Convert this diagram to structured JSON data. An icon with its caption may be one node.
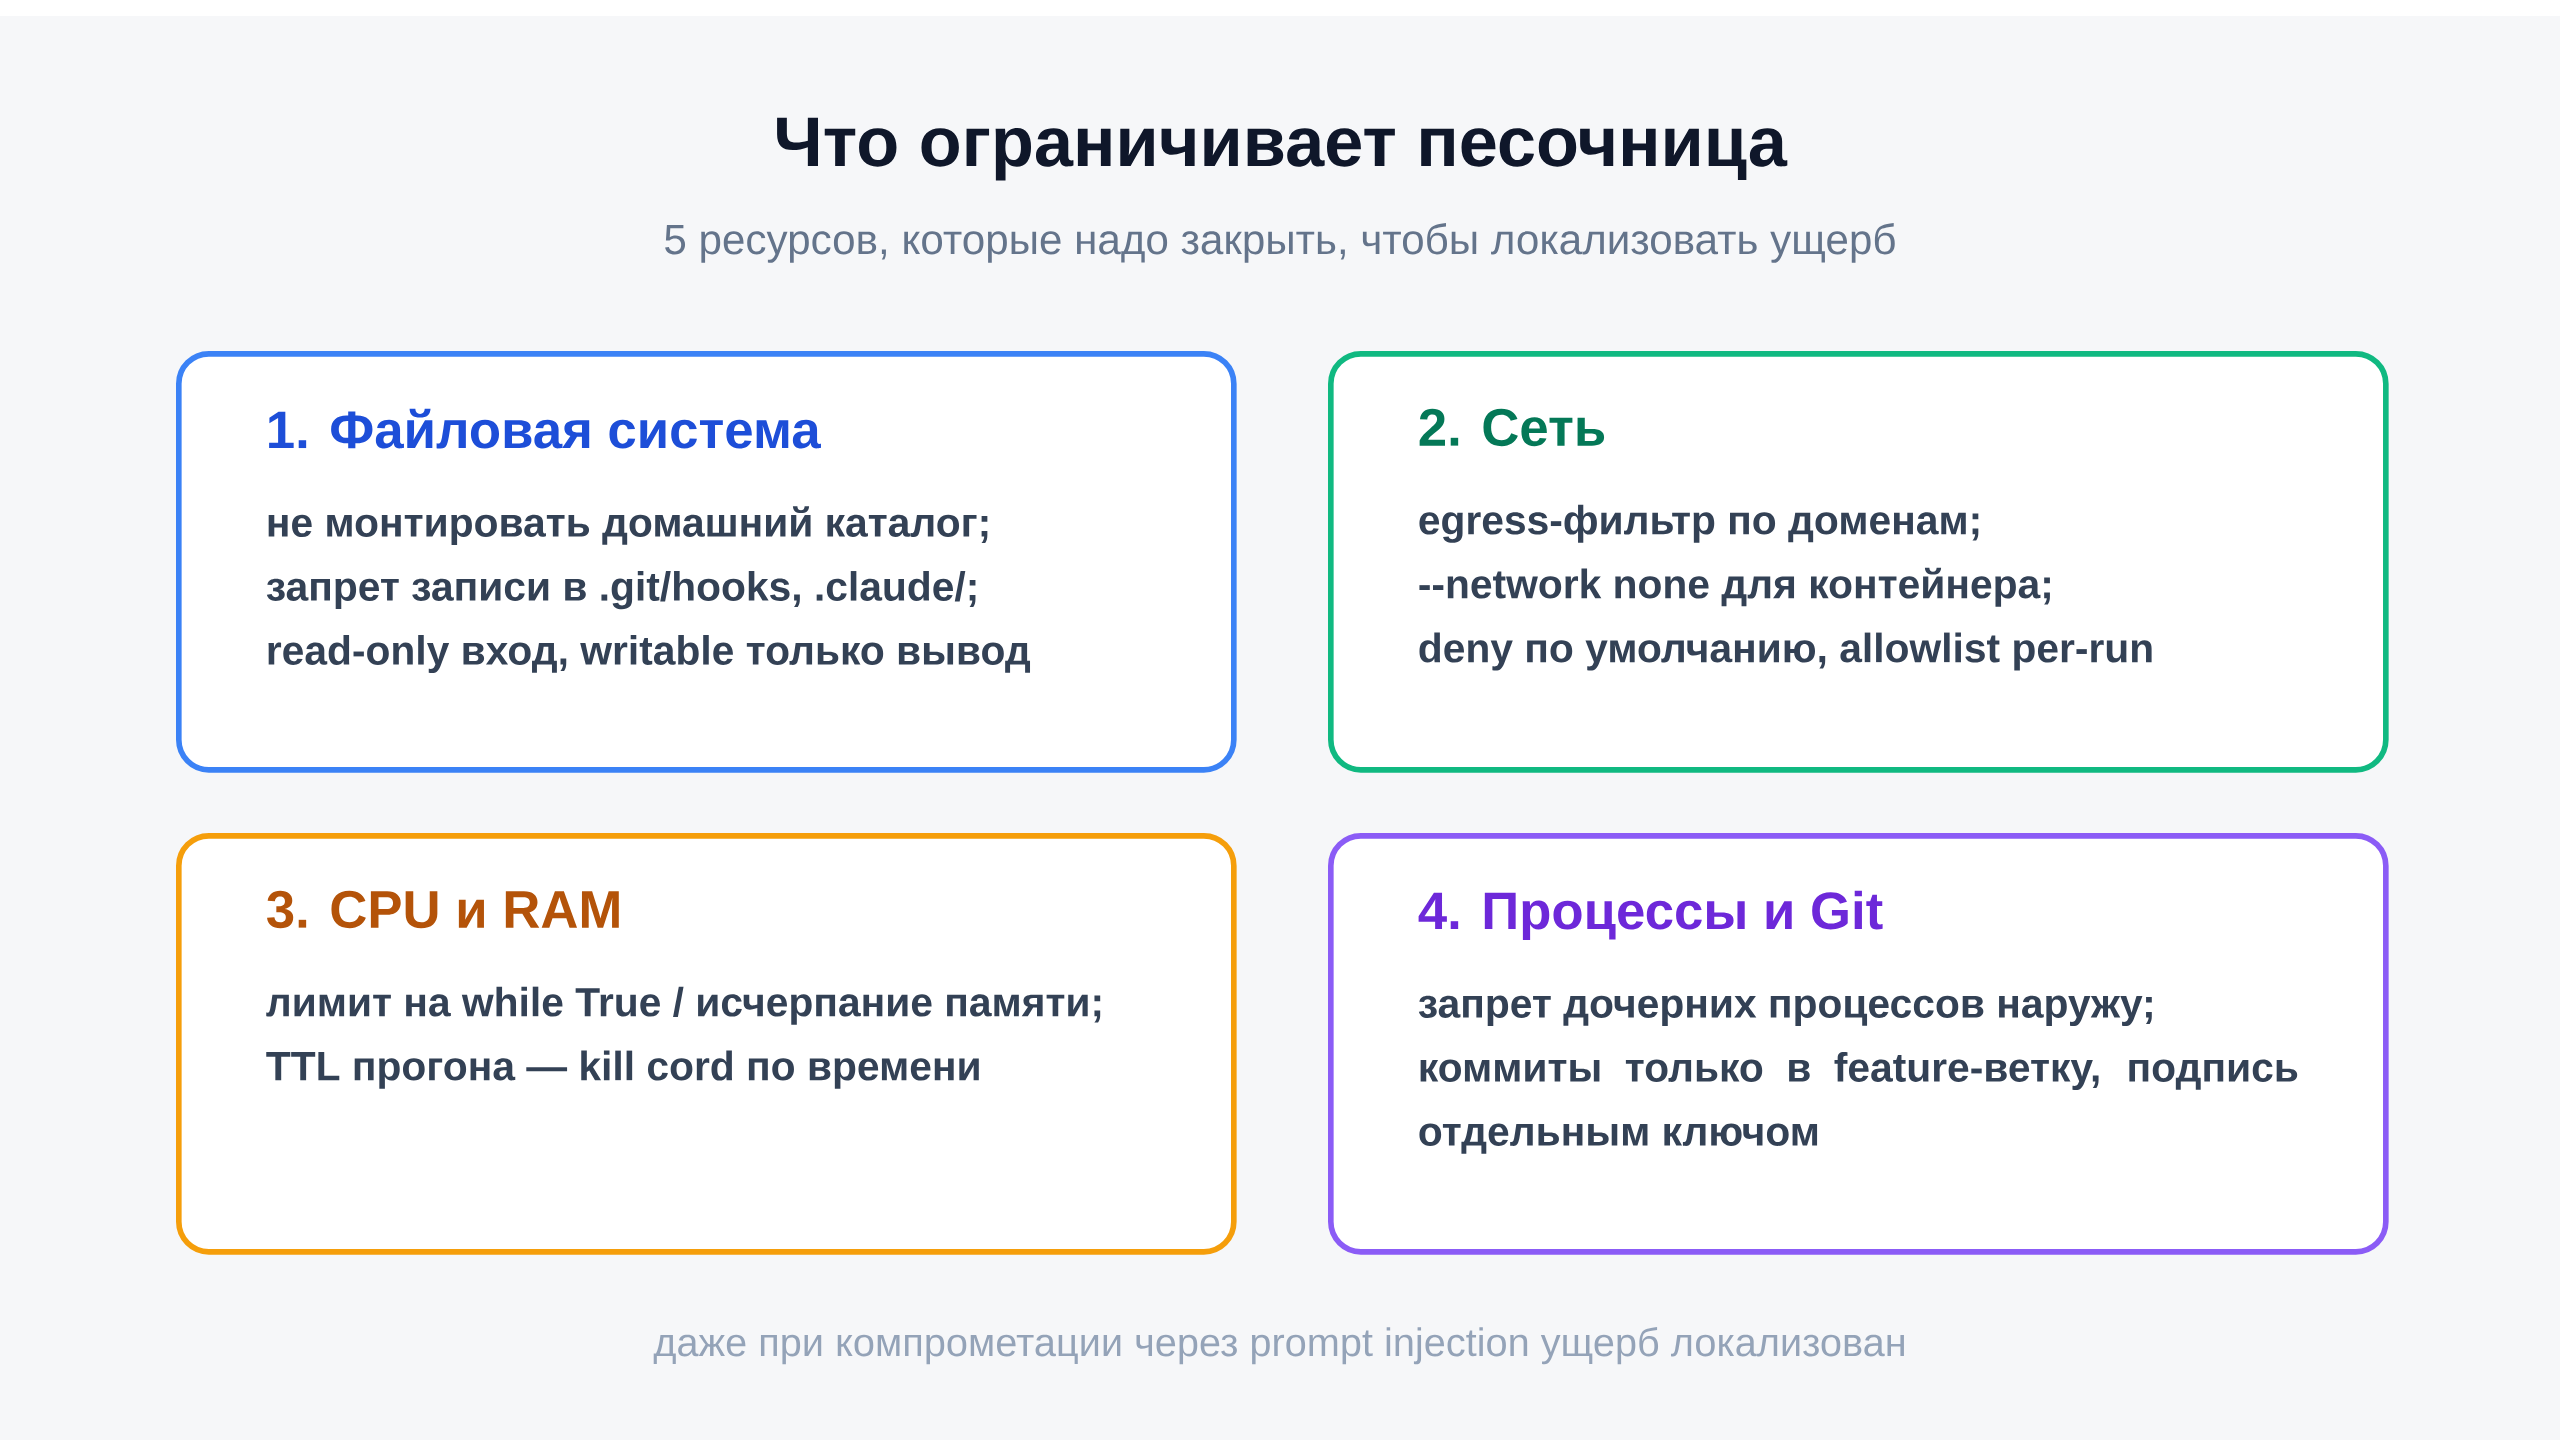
{
  "diagram": {
    "title": "Что ограничивает песочница",
    "caption": "даже при компрометации через prompt injection ущерб локализован",
    "nodes": [
      {
        "text": [
          "1. Файловая система",
          "не монтировать домашний каталог;",
          "запрет записи в .git/hooks, .claude/;",
          "read-only вход, writable только вывод"
        ]
      },
      {
        "text": [
          "2. Сеть",
          "egress-фильтр по доменам;",
          "--network none для контейнера;",
          "deny по умолчанию, allowlist per-run"
        ]
      },
      {
        "text": [
          "3. CPU и RAM",
          "лимит на while True / исчерпание памяти;",
          "TTL прогона — kill cord по времени"
        ]
      },
      {
        "text": [
          "4. Процессы и Git",
          "запрет дочерних процессов наружу;",
          "коммиты только в feature-ветку, подпись отдельным ключом"
        ]
      }
    ],
    "labels": [
      "5 ресурсов, которые надо закрыть, чтобы локализовать ущерб"
    ]
  }
}
